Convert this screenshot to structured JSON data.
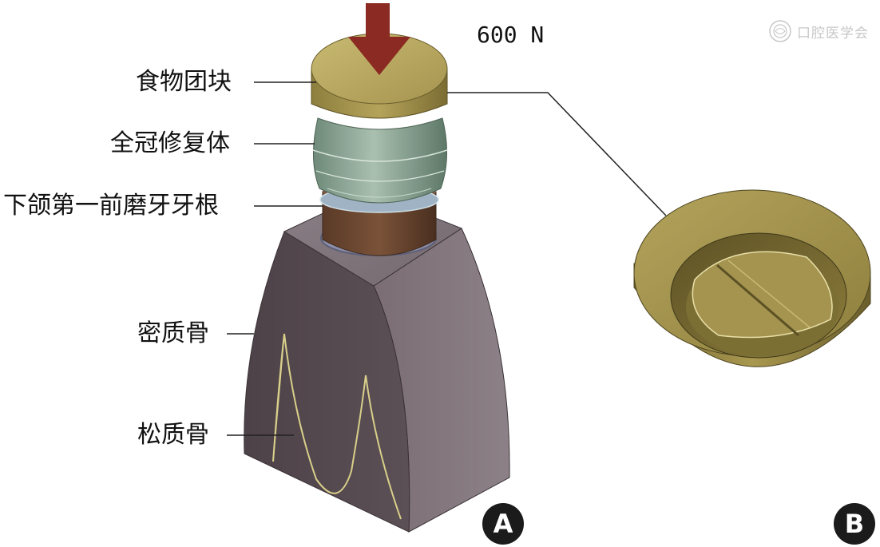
{
  "force": {
    "value": "600 N"
  },
  "labels": {
    "food_bolus": "食物团块",
    "full_crown": "全冠修复体",
    "root": "下颌第一前磨牙牙根",
    "cortical_bone": "密质骨",
    "cancellous_bone": "松质骨"
  },
  "panels": {
    "a": "A",
    "b": "B"
  },
  "watermark": {
    "text": "口腔医学会"
  },
  "colors": {
    "arrow": "#8b2a22",
    "bolus": "#b3a35d",
    "crown": "#8ea896",
    "root": "#6b4a32",
    "bone": "#5a4f55"
  }
}
